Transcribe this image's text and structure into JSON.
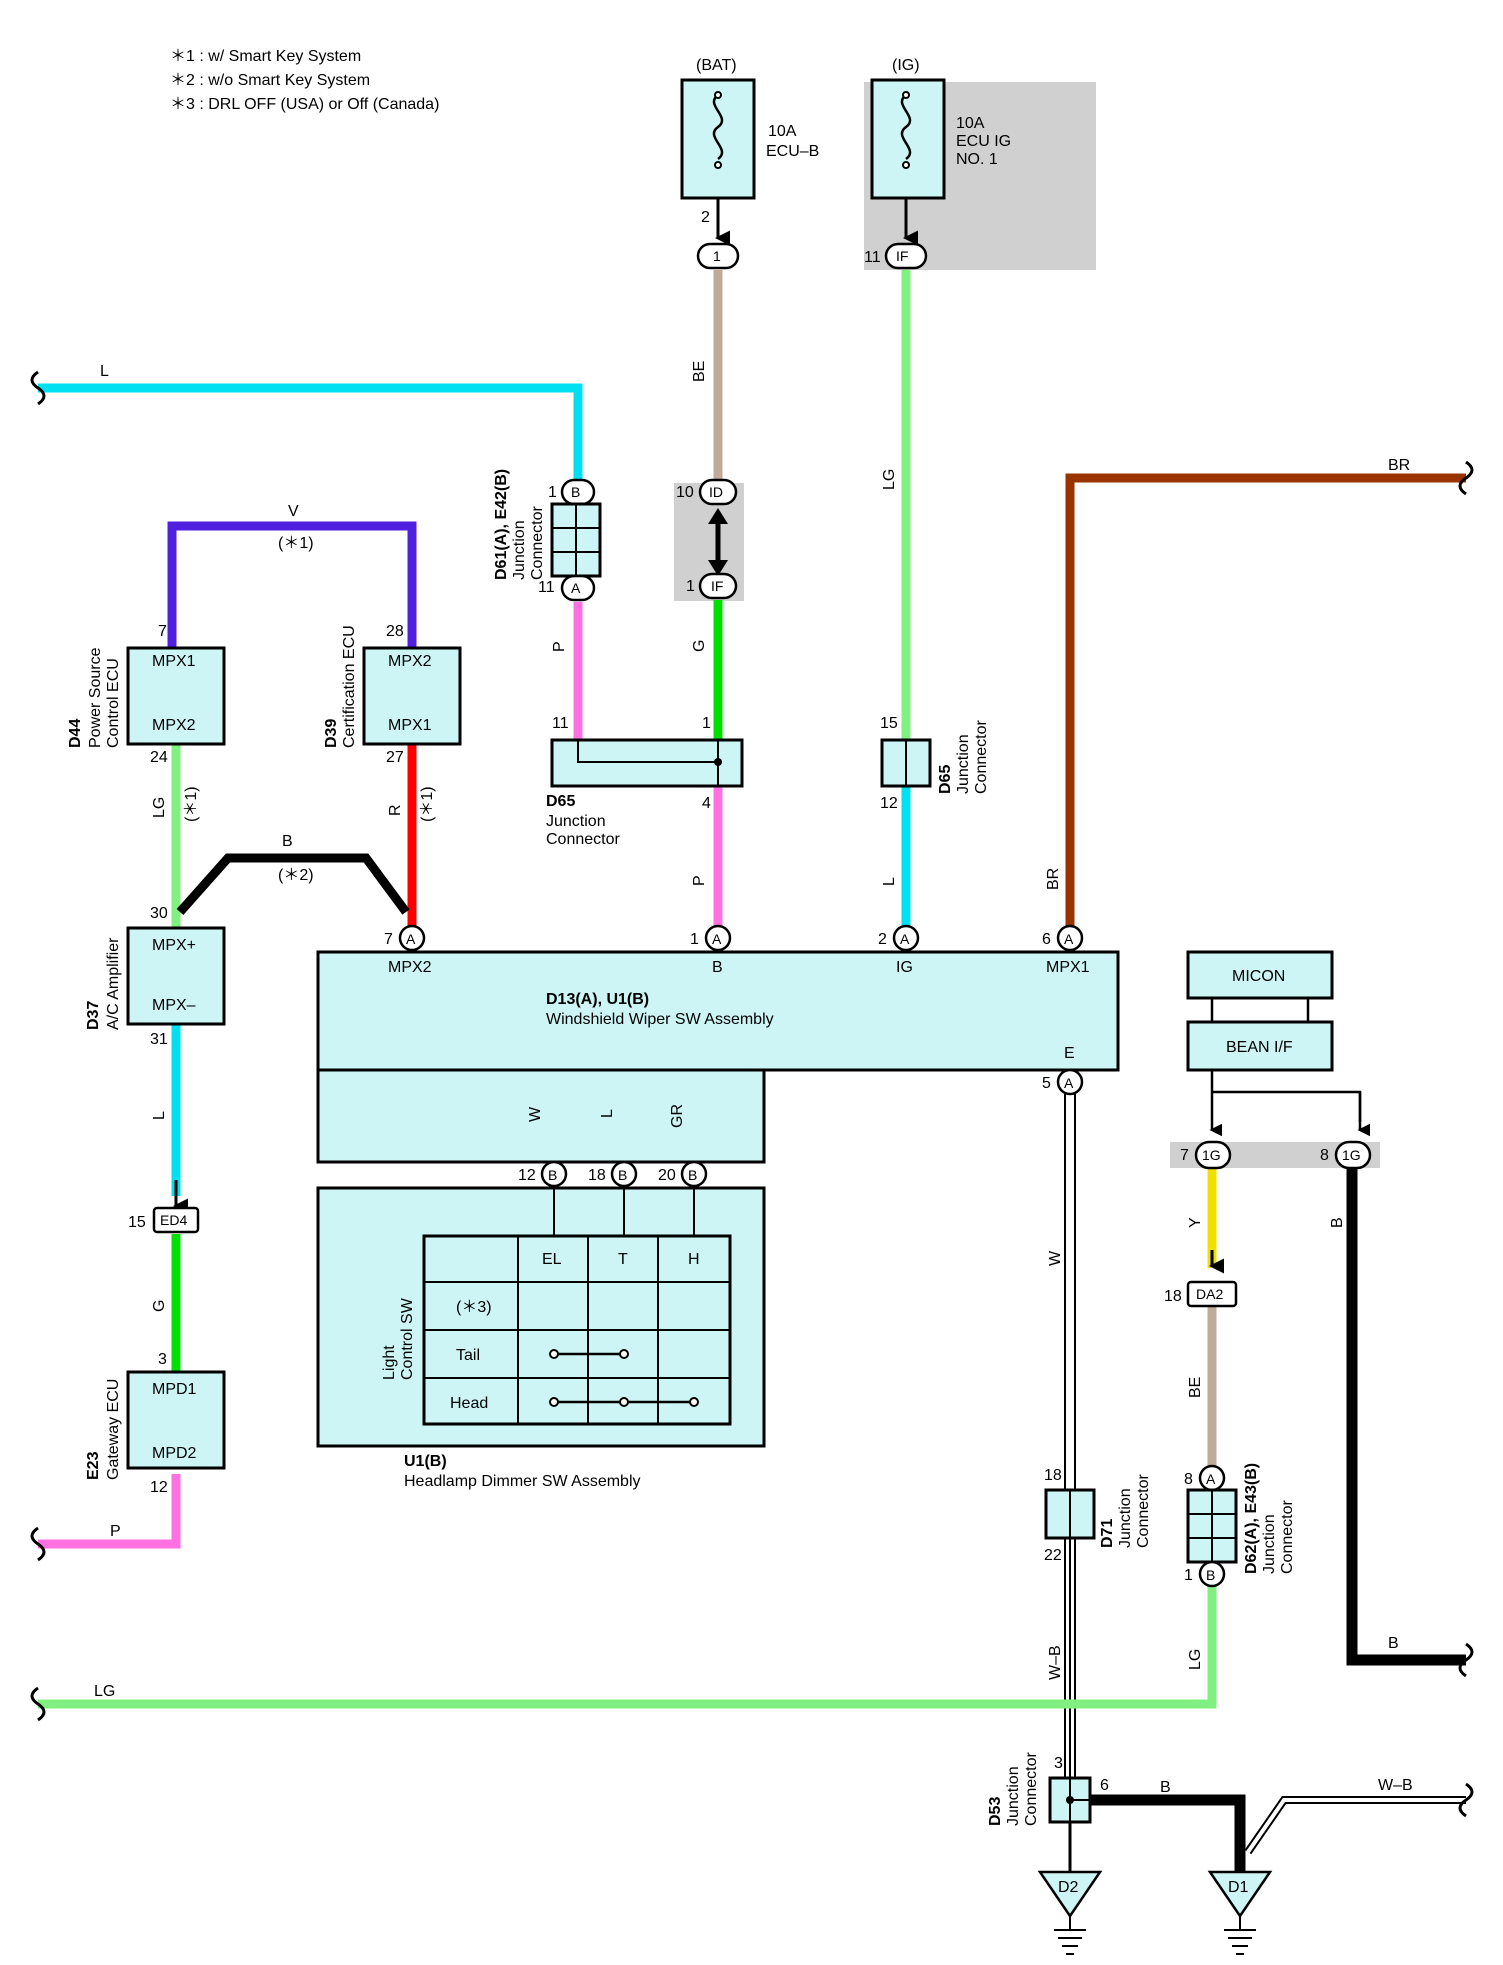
{
  "notes": [
    "＊1 : w/ Smart Key System",
    "＊2 : w/o Smart Key System",
    "＊3 : DRL OFF (USA) or Off (Canada)"
  ],
  "colors": {
    "L": "#00e0f0",
    "LG": "#80f080",
    "V": "#5020e0",
    "R": "#ff0000",
    "B": "#000000",
    "G": "#00e000",
    "P": "#ff70e0",
    "BE": "#c0aa98",
    "BR": "#993300",
    "Y": "#f0e000",
    "GR": "#808080",
    "W": "#ffffff",
    "box_fill": "#cdf5f5",
    "shade": "#d0d0d0"
  },
  "fuses": {
    "bat": {
      "source": "(BAT)",
      "rating": "10A",
      "name": "ECU–B",
      "pin": "2",
      "conn": "1"
    },
    "ig": {
      "source": "(IG)",
      "rating": "10A",
      "name": "ECU IG",
      "name2": "NO. 1",
      "pin": "11",
      "conn": "IF"
    }
  },
  "components": {
    "d44": {
      "id": "D44",
      "line1": "Power Source",
      "line2": "Control ECU",
      "term_top": "MPX1",
      "term_bottom": "MPX2",
      "pin_top": "7",
      "pin_bottom": "24"
    },
    "d39": {
      "id": "D39",
      "line1": "Certification ECU",
      "term_top": "MPX2",
      "term_bottom": "MPX1",
      "pin_top": "28",
      "pin_bottom": "27"
    },
    "d37": {
      "id": "D37",
      "line1": "A/C Amplifier",
      "term_top": "MPX+",
      "term_bottom": "MPX–",
      "pin_top": "30",
      "pin_bottom": "31"
    },
    "e23": {
      "id": "E23",
      "line1": "Gateway ECU",
      "term_top": "MPD1",
      "term_bottom": "MPD2",
      "pin_top": "3",
      "pin_bottom": "12"
    },
    "d61": {
      "id": "D61(A), E42(B)",
      "line1": "Junction",
      "line2": "Connector",
      "pin_top": "1",
      "pin_top_conn": "B",
      "pin_bottom": "11",
      "pin_bottom_conn": "A"
    },
    "d65a": {
      "id": "D65",
      "line1": "Junction",
      "line2": "Connector",
      "pin_left": "11",
      "pin_right_top": "1",
      "pin_right_bottom": "4"
    },
    "d65b": {
      "id": "D65",
      "line1": "Junction",
      "line2": "Connector",
      "pin_top": "15",
      "pin_bottom": "12"
    },
    "shaded_conn": {
      "pin_top": "10",
      "conn_top": "ID",
      "pin_bottom": "1",
      "conn_bottom": "IF"
    },
    "wiper": {
      "id": "D13(A), U1(B)",
      "name": "Windshield Wiper SW Assembly",
      "terms": [
        {
          "pin": "7",
          "conn": "A",
          "label": "MPX2"
        },
        {
          "pin": "1",
          "conn": "A",
          "label": "B"
        },
        {
          "pin": "2",
          "conn": "A",
          "label": "IG"
        },
        {
          "pin": "6",
          "conn": "A",
          "label": "MPX1"
        }
      ],
      "ground": {
        "pin": "5",
        "conn": "A",
        "label": "E"
      },
      "bottom_pins": [
        {
          "pin": "12",
          "conn": "B",
          "wire": "W"
        },
        {
          "pin": "18",
          "conn": "B",
          "wire": "L"
        },
        {
          "pin": "20",
          "conn": "B",
          "wire": "GR"
        }
      ]
    },
    "dimmer": {
      "id": "U1(B)",
      "name": "Headlamp Dimmer SW Assembly",
      "side_label": "Light",
      "side_label2": "Control SW",
      "table_headers": [
        "EL",
        "T",
        "H"
      ],
      "table_rows": [
        "(＊3)",
        "Tail",
        "Head"
      ]
    },
    "micon": {
      "top": "MICON",
      "bottom": "BEAN I/F"
    },
    "conn_1g": {
      "pin_left": "7",
      "conn_left": "1G",
      "pin_right": "8",
      "conn_right": "1G"
    },
    "da2": {
      "pin": "18",
      "conn": "DA2"
    },
    "ed4": {
      "pin": "15",
      "conn": "ED4"
    },
    "d62": {
      "id": "D62(A), E43(B)",
      "line1": "Junction",
      "line2": "Connector",
      "pin_top": "8",
      "pin_top_conn": "A",
      "pin_bottom": "1",
      "pin_bottom_conn": "B"
    },
    "d71": {
      "id": "D71",
      "line1": "Junction",
      "line2": "Connector",
      "pin_top": "18",
      "pin_bottom": "22"
    },
    "d53": {
      "id": "D53",
      "line1": "Junction",
      "line2": "Connector",
      "pin_top": "3",
      "pin_right": "6"
    },
    "grounds": [
      "D2",
      "D1"
    ]
  },
  "wires": {
    "L_top": "L",
    "V_top": "V",
    "v_note": "(＊1)",
    "lg_note": "(＊1)",
    "r_note": "(＊1)",
    "b_note": "(＊2)",
    "labels": {
      "be1": "BE",
      "lg_ig": "LG",
      "p1": "P",
      "g1": "G",
      "p2": "P",
      "l_ig": "L",
      "br_top": "BR",
      "br_vert": "BR",
      "lg_d44": "LG",
      "r_d39": "R",
      "b_bridge": "B",
      "l_d37": "L",
      "g_ed4": "G",
      "p_e23": "P",
      "w_main": "W",
      "y_1g": "Y",
      "be_da2": "BE",
      "b_right": "B",
      "b_right2": "B",
      "wb": "W–B",
      "lg_d62": "LG",
      "lg_bottom": "LG",
      "b_d53": "B",
      "wb_right": "W–B"
    }
  }
}
